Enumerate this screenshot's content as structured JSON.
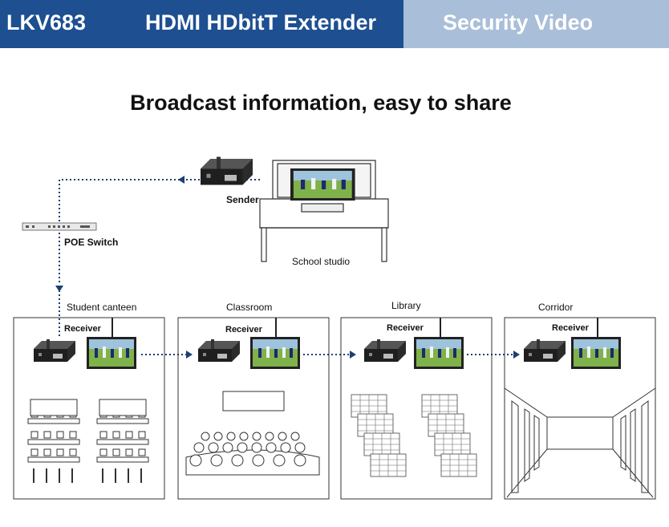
{
  "header": {
    "model": "LKV683",
    "product": "HDMI HDbitT Extender",
    "category": "Security Video"
  },
  "headline": "Broadcast information, easy to share",
  "labels": {
    "sender": "Sender",
    "poe_switch": "POE Switch",
    "school_studio": "School studio"
  },
  "rooms": [
    {
      "name": "Student canteen",
      "receiver": "Receiver"
    },
    {
      "name": "Classroom",
      "receiver": "Receiver"
    },
    {
      "name": "Library",
      "receiver": "Receiver"
    },
    {
      "name": "Corridor",
      "receiver": "Receiver"
    }
  ],
  "colors": {
    "header_dark": "#1d4f91",
    "header_light": "#a9bed8",
    "link_dots": "#1d3f73"
  }
}
